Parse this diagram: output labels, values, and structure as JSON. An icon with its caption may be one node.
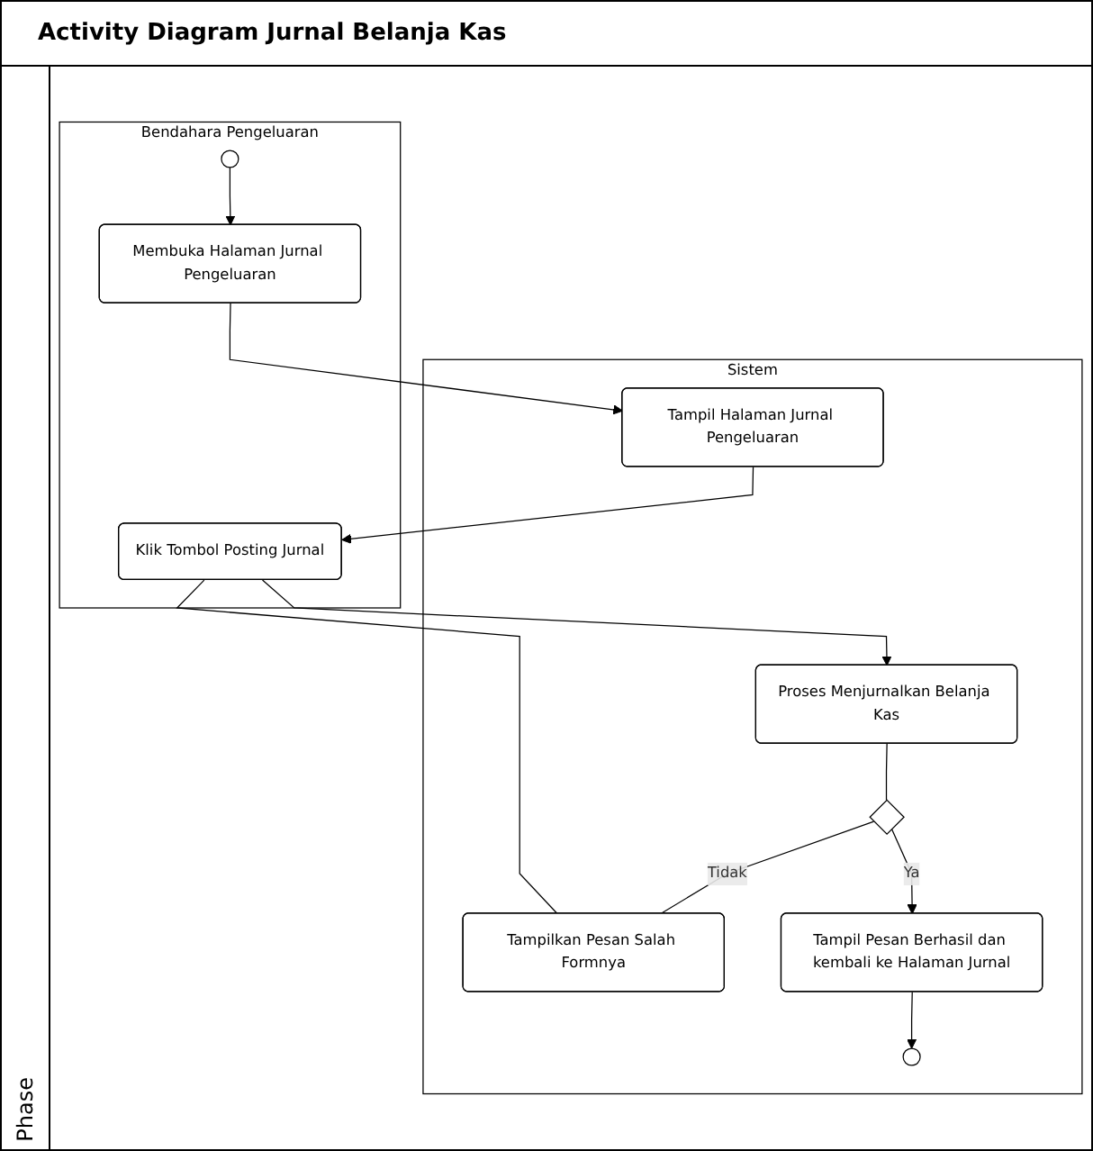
{
  "diagram": {
    "title": "Activity Diagram Jurnal Belanja Kas",
    "nodes": [
      {
        "text": [
          "Bendahara Pengeluaran"
        ]
      },
      {
        "text": [
          "Sistem"
        ]
      },
      {
        "text": [],
        "shape": "circle",
        "in": 0
      },
      {
        "text": [
          "Membuka Halaman Jurnal Pengeluaran"
        ],
        "in": 0
      },
      {
        "text": [
          "Tampil Halaman Jurnal Pengeluaran"
        ],
        "in": 1
      },
      {
        "text": [
          "Klik Tombol Posting Jurnal"
        ],
        "in": 0
      },
      {
        "text": [
          "Proses Menjurnalkan Belanja Kas"
        ],
        "in": 1
      },
      {
        "text": [],
        "shape": "diamond",
        "in": 1
      },
      {
        "text": [
          "Tampilkan Pesan Salah Formnya"
        ],
        "in": 1
      },
      {
        "text": [
          "Tampil Pesan Berhasil dan kembali ke Halaman Jurnal"
        ],
        "in": 1
      },
      {
        "text": [],
        "shape": "circle",
        "in": 1
      }
    ],
    "edges": [
      {
        "from": 2,
        "to": 3,
        "arrow": "to"
      },
      {
        "from": 3,
        "to": 4,
        "arrow": "to"
      },
      {
        "from": 4,
        "to": 5,
        "arrow": "to"
      },
      {
        "from": 5,
        "to": 6,
        "arrow": "to"
      },
      {
        "from": 6,
        "to": 7,
        "arrow": "none"
      },
      {
        "from": 7,
        "to": 8,
        "arrow": "none",
        "label": "Tidak"
      },
      {
        "from": 8,
        "to": 5,
        "arrow": "none"
      },
      {
        "from": 7,
        "to": 9,
        "arrow": "to",
        "label": "Ya"
      },
      {
        "from": 9,
        "to": 10,
        "arrow": "to"
      }
    ],
    "labels": [
      "Phase"
    ]
  }
}
